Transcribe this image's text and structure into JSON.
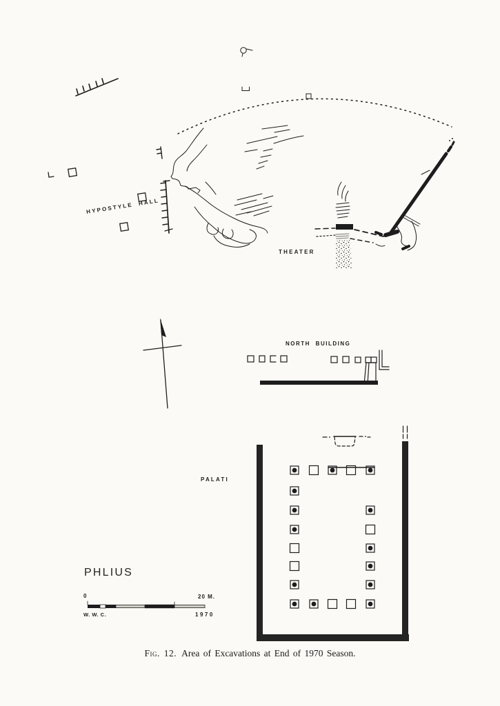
{
  "figure": {
    "labels": {
      "hypostyle_hall": "HYPOSTYLE HALL",
      "theater": "THEATER",
      "north_building": "NORTH BUILDING",
      "palati": "PALATI"
    },
    "title": "PHLIUS",
    "scale_bar": {
      "start": "0",
      "end": "20 M.",
      "surveyor": "W. W. C.",
      "year": "1970"
    },
    "caption": {
      "prefix": "Fig. 12.",
      "text": "Area of Excavations at End of 1970 Season."
    },
    "colors": {
      "ink": "#1d1d1d",
      "paper": "#fbfaf6"
    }
  }
}
